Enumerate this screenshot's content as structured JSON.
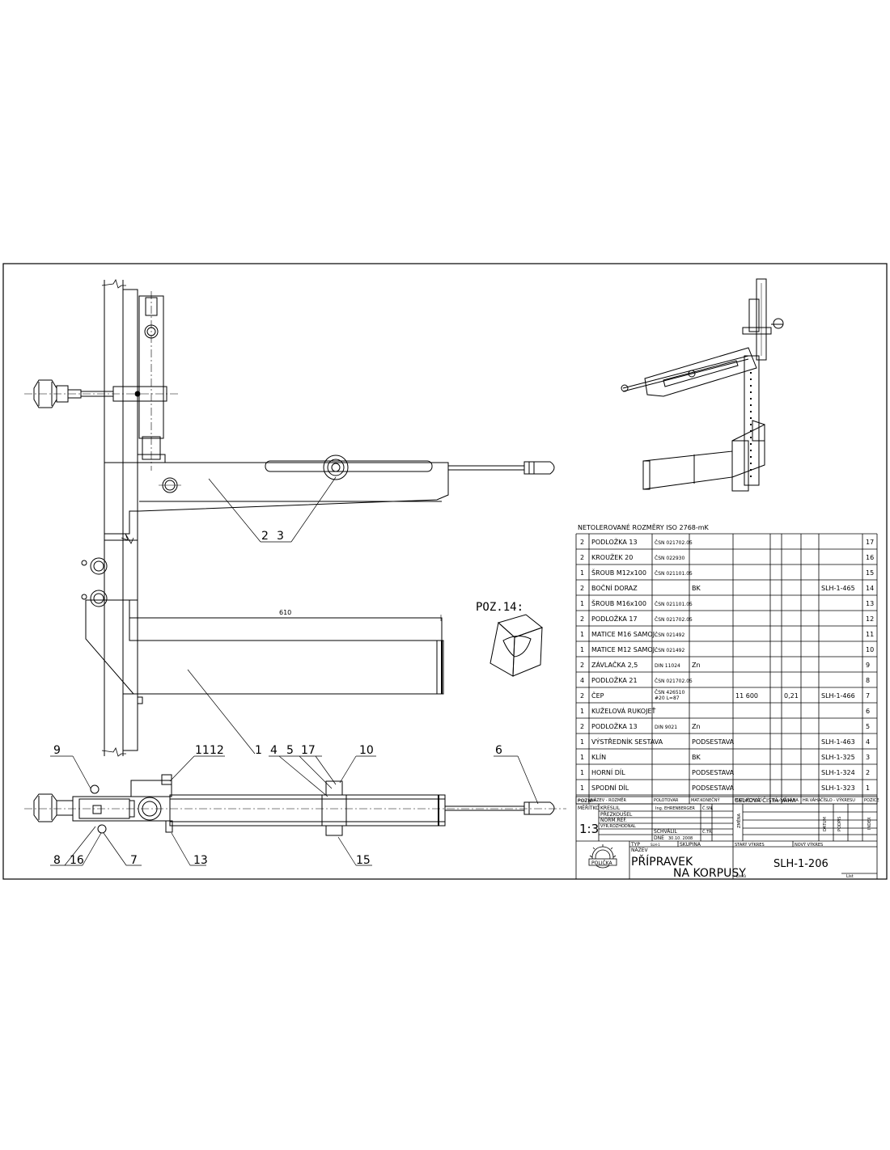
{
  "drawing": {
    "callouts": [
      "9",
      "11",
      "12",
      "1",
      "4",
      "5",
      "17",
      "10",
      "6",
      "8",
      "16",
      "7",
      "13",
      "15",
      "2",
      "3"
    ],
    "dimension_610": "610",
    "poz14_label": "POZ.14:"
  },
  "tolerance_note": "NETOLEROVANÉ ROZMĚRY ISO 2768-mK",
  "bom": [
    {
      "qty": "2",
      "name": "PODLOŽKA 13",
      "semi": "ČSN 021702.05",
      "mat": "",
      "mat_out": "",
      "w1": "",
      "w2": "",
      "drawing": "",
      "item": "17"
    },
    {
      "qty": "2",
      "name": "KROUŽEK 20",
      "semi": "ČSN 022930",
      "mat": "",
      "mat_out": "",
      "w1": "",
      "w2": "",
      "drawing": "",
      "item": "16"
    },
    {
      "qty": "1",
      "name": "ŠROUB M12x100",
      "semi": "ČSN 021101.05",
      "mat": "",
      "mat_out": "",
      "w1": "",
      "w2": "",
      "drawing": "",
      "item": "15"
    },
    {
      "qty": "2",
      "name": "BOČNÍ DORAZ",
      "semi": "",
      "mat": "BK",
      "mat_out": "",
      "w1": "",
      "w2": "",
      "drawing": "SLH-1-465",
      "item": "14"
    },
    {
      "qty": "1",
      "name": "ŠROUB M16x100",
      "semi": "ČSN 021101.05",
      "mat": "",
      "mat_out": "",
      "w1": "",
      "w2": "",
      "drawing": "",
      "item": "13"
    },
    {
      "qty": "2",
      "name": "PODLOŽKA 17",
      "semi": "ČSN 021702.05",
      "mat": "",
      "mat_out": "",
      "w1": "",
      "w2": "",
      "drawing": "",
      "item": "12"
    },
    {
      "qty": "1",
      "name": "MATICE M16 SAMOJ.",
      "semi": "ČSN 021492",
      "mat": "",
      "mat_out": "",
      "w1": "",
      "w2": "",
      "drawing": "",
      "item": "11"
    },
    {
      "qty": "1",
      "name": "MATICE M12 SAMOJ.",
      "semi": "ČSN 021492",
      "mat": "",
      "mat_out": "",
      "w1": "",
      "w2": "",
      "drawing": "",
      "item": "10"
    },
    {
      "qty": "2",
      "name": "ZÁVLAČKA 2,5",
      "semi": "DIN 11024",
      "mat": "Zn",
      "mat_out": "",
      "w1": "",
      "w2": "",
      "drawing": "",
      "item": "9"
    },
    {
      "qty": "4",
      "name": "PODLOŽKA 21",
      "semi": "ČSN 021702.05",
      "mat": "",
      "mat_out": "",
      "w1": "",
      "w2": "",
      "drawing": "",
      "item": "8"
    },
    {
      "qty": "2",
      "name": "ČEP",
      "semi": "ČSN 426510\n#20 L=87",
      "mat": "",
      "mat_out": "11 600",
      "w1": "0,21",
      "w2": "",
      "drawing": "SLH-1-466",
      "item": "7"
    },
    {
      "qty": "1",
      "name": "KUŽELOVÁ RUKOJEŤ",
      "semi": "",
      "mat": "",
      "mat_out": "",
      "w1": "",
      "w2": "",
      "drawing": "",
      "item": "6"
    },
    {
      "qty": "2",
      "name": "PODLOŽKA 13",
      "semi": "DIN 9021",
      "mat": "Zn",
      "mat_out": "",
      "w1": "",
      "w2": "",
      "drawing": "",
      "item": "5"
    },
    {
      "qty": "1",
      "name": "VÝSTŘEDNÍK SESTAVA",
      "semi": "",
      "mat": "PODSESTAVA",
      "mat_out": "",
      "w1": "",
      "w2": "",
      "drawing": "SLH-1-463",
      "item": "4"
    },
    {
      "qty": "1",
      "name": "KLÍN",
      "semi": "",
      "mat": "BK",
      "mat_out": "",
      "w1": "",
      "w2": "",
      "drawing": "SLH-1-325",
      "item": "3"
    },
    {
      "qty": "1",
      "name": "HORNÍ DÍL",
      "semi": "",
      "mat": "PODSESTAVA",
      "mat_out": "",
      "w1": "",
      "w2": "",
      "drawing": "SLH-1-324",
      "item": "2"
    },
    {
      "qty": "1",
      "name": "SPODNÍ DÍL",
      "semi": "",
      "mat": "PODSESTAVA",
      "mat_out": "",
      "w1": "",
      "w2": "",
      "drawing": "SLH-1-323",
      "item": "1"
    }
  ],
  "bom_header": {
    "qty": "POČET KUSŮ",
    "name": "NÁZEV - ROZMĚR",
    "semi": "POLOTOVAR",
    "mat": "MAT.KONEČNÝ",
    "mat_out": "MAT.VÝCHOZÍ",
    "tp": "TŘÍDA ODP.",
    "w1": "Č.VÁHA",
    "w2": "HR.VÁHA",
    "drawing": "ČÍSLO - VÝKRESU",
    "item": "POZICE"
  },
  "title_block": {
    "pozn": "POZN.",
    "celkova": "CELKOVÁ ČISTÁ VÁHA",
    "meritko_label": "MĚŘÍTKO",
    "scale": "1:3",
    "kreslil": "KRESLIL",
    "prezkousel": "PŘEZKOUŠEL",
    "normref": "NORM.REF.",
    "vyr": "VÝR.ROZHODNAL",
    "schvalil": "SCHVÁLIL",
    "dne": "DNE",
    "author": "Ing. EHRENBERGER",
    "date": "30.10. 2008",
    "csn": "Č.SN.",
    "ctr": "Č.TŘ.",
    "zmena": "ZMĚNA",
    "datum": "DATUM",
    "podpis": "PODPIS",
    "index": "INDEX",
    "typ_label": "TYP",
    "typ": "SLH-1",
    "skupina": "SKUPINA",
    "nazev_label": "NÁZEV",
    "title_line1": "PŘÍPRAVEK",
    "title_line2": "NA KORPUSY",
    "stary": "STARÝ VÝKRES",
    "novy": "NOVÝ VÝKRES",
    "number": "SLH-1-206",
    "listu": "Listů",
    "list": "List",
    "logo_text": "POLIČKA"
  }
}
